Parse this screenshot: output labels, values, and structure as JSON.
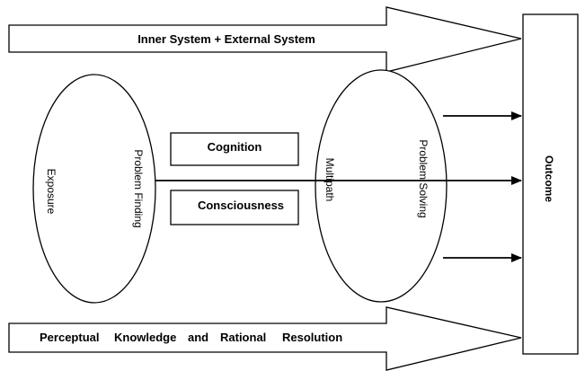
{
  "top_arrow": {
    "label": "Inner System + External System"
  },
  "bottom_arrow": {
    "words": [
      "Perceptual",
      "Knowledge",
      "and",
      "Rational",
      "Resolution"
    ]
  },
  "left_ellipse": {
    "outer_label": "Exposure",
    "inner_label": "Problem Finding"
  },
  "right_ellipse": {
    "inner_label": "Multipath",
    "outer_label": "Problem Solving"
  },
  "boxes": {
    "cognition": "Cognition",
    "consciousness": "Consciousness"
  },
  "outcome": {
    "label": "Outcome"
  },
  "colors": {
    "stroke": "#000000",
    "fill": "#ffffff"
  }
}
